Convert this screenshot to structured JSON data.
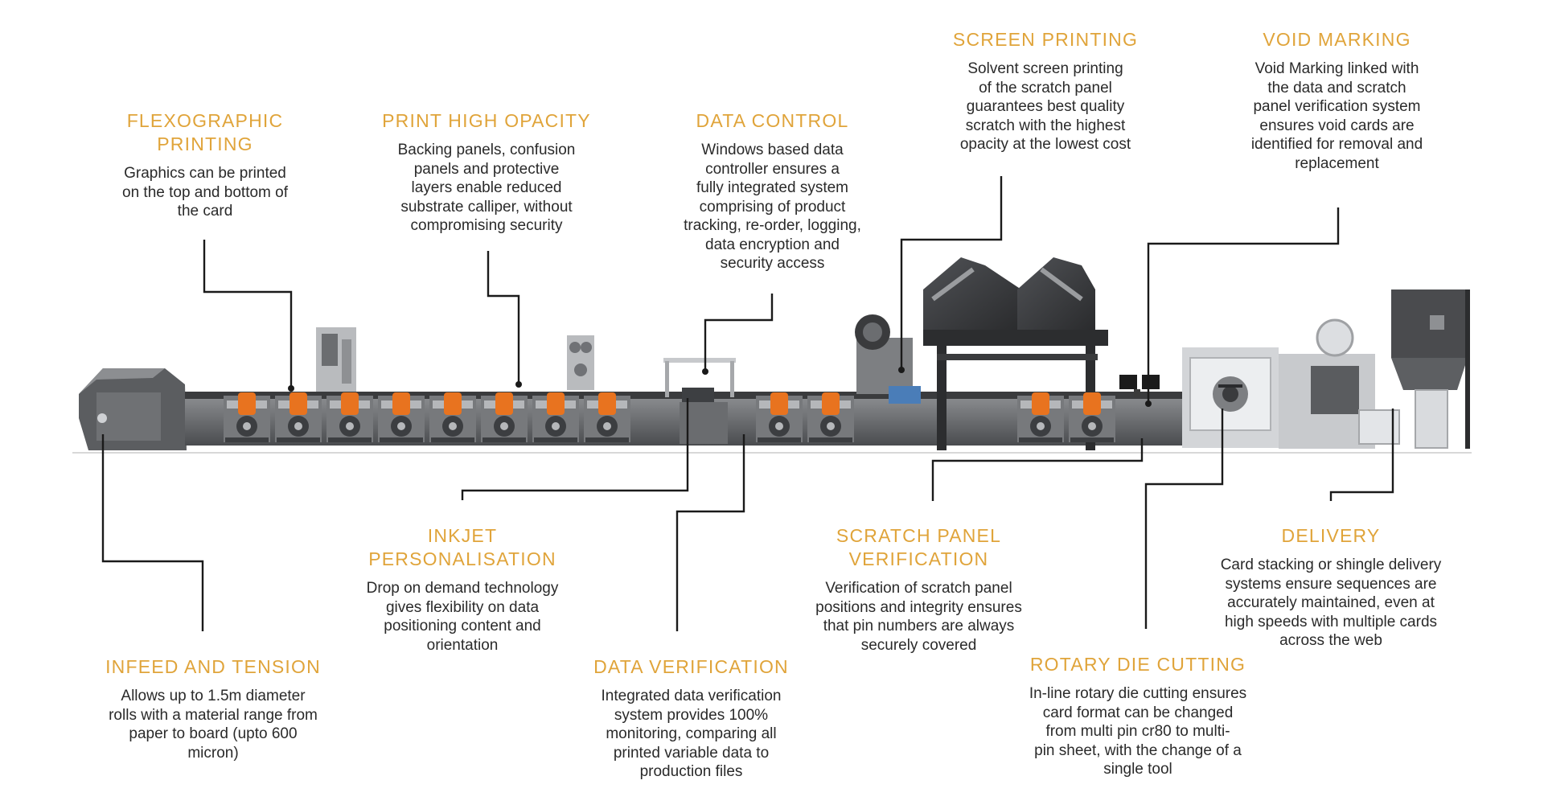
{
  "colors": {
    "title": "#e0a43a",
    "body_text": "#2a2a2a",
    "leader": "#1a1a1a",
    "machine_dark": "#3c3e41",
    "machine_mid": "#77797c",
    "machine_light": "#b5b7ba",
    "accent_orange": "#e8731f"
  },
  "callouts": [
    {
      "id": "flexo",
      "title": "FLEXOGRAPHIC\nPRINTING",
      "body": "Graphics can be printed\non the top and bottom of\nthe card"
    },
    {
      "id": "opacity",
      "title": "PRINT HIGH OPACITY",
      "body": "Backing panels, confusion\npanels and protective\nlayers enable reduced\nsubstrate calliper, without\ncompromising security"
    },
    {
      "id": "datacontrol",
      "title": "DATA CONTROL",
      "body": "Windows based data\ncontroller ensures a\nfully integrated system\ncomprising of product\ntracking, re-order, logging,\ndata encryption and\nsecurity access"
    },
    {
      "id": "screen",
      "title": "SCREEN PRINTING",
      "body": "Solvent screen printing\nof the scratch panel\nguarantees best quality\nscratch with the highest\nopacity at the lowest cost"
    },
    {
      "id": "void",
      "title": "VOID MARKING",
      "body": "Void Marking linked with\nthe data and scratch\npanel verification system\nensures void cards are\nidentified for removal and\nreplacement"
    },
    {
      "id": "inkjet",
      "title": "INKJET\nPERSONALISATION",
      "body": "Drop on demand technology\ngives flexibility on data\npositioning content and\norientation"
    },
    {
      "id": "scratchver",
      "title": "SCRATCH PANEL\nVERIFICATION",
      "body": "Verification of scratch panel\npositions and integrity ensures\nthat pin numbers are always\nsecurely covered"
    },
    {
      "id": "delivery",
      "title": "DELIVERY",
      "body": "Card stacking or shingle delivery\nsystems ensure sequences are\naccurately maintained, even at\nhigh speeds with multiple cards\nacross the web"
    },
    {
      "id": "infeed",
      "title": "INFEED AND TENSION",
      "body": "Allows up to 1.5m diameter\nrolls with a material range from\npaper to board (upto 600\nmicron)"
    },
    {
      "id": "dataver",
      "title": "DATA VERIFICATION",
      "body": "Integrated data verification\nsystem provides 100%\nmonitoring, comparing all\nprinted variable data to\nproduction files"
    },
    {
      "id": "rotary",
      "title": "ROTARY DIE CUTTING",
      "body": "In-line rotary die cutting ensures\ncard format can be changed\nfrom multi pin cr80 to multi-\npin sheet, with the change of a\nsingle tool"
    }
  ],
  "machine": {
    "flexo_units": 8,
    "flexo_units_group2": 2,
    "flexo_units_group3": 2
  }
}
